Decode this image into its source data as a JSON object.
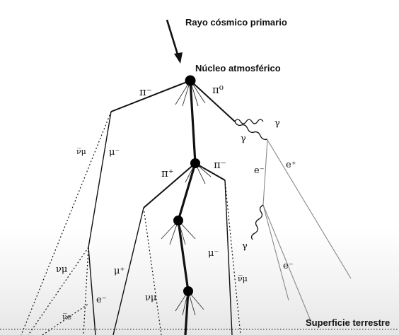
{
  "labels": {
    "primary_ray": "Rayo cósmico primario",
    "nucleus": "Núcleo atmosférico",
    "surface": "Superficie terrestre"
  },
  "particles": {
    "pi_minus_left": "π⁻",
    "pi_zero": "π⁰",
    "gamma_1": "γ",
    "gamma_2": "γ",
    "gamma_3": "γ",
    "antinu_mu_left": "ν̅μ",
    "mu_minus_left": "μ⁻",
    "e_minus_shower": "e⁻",
    "e_plus_shower": "e⁺",
    "pi_plus": "π⁺",
    "pi_minus_mid": "π⁻",
    "nu_mu_left": "νμ",
    "mu_plus": "μ⁺",
    "nu_mu_mid": "νμ",
    "mu_minus_right": "μ⁻",
    "antinu_mu_right": "ν̅μ",
    "e_minus_lower": "e⁻",
    "e_minus_bottom": "e⁻",
    "antinu_e": "ν̅e"
  },
  "colors": {
    "background": "#ffffff",
    "ground_shade": "#e6e6e6",
    "line": "#111111",
    "faint_line": "#8a8a8a"
  }
}
